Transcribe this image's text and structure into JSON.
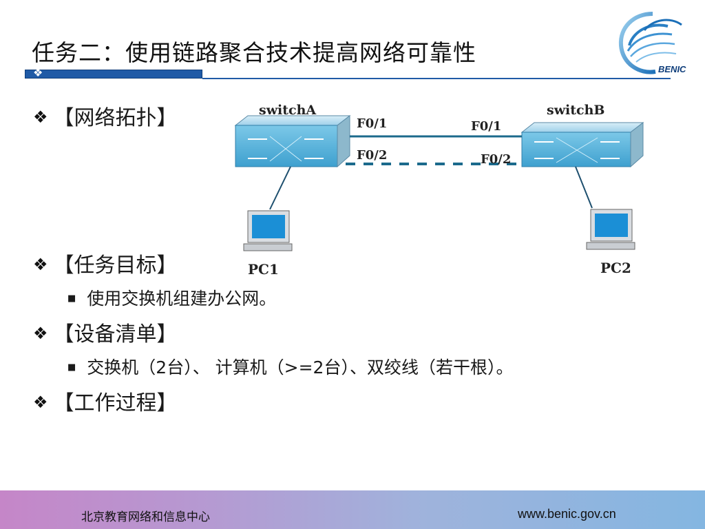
{
  "slide": {
    "title": "任务二：使用链路聚合技术提高网络可靠性",
    "bar_glyph": "❖",
    "logo_text": "BENIC"
  },
  "bullets": [
    {
      "mark": "❖",
      "label": "【网络拓扑】"
    },
    {
      "mark": "❖",
      "label": "【任务目标】"
    },
    {
      "mark": "❖",
      "label": "【设备清单】"
    },
    {
      "mark": "❖",
      "label": "【工作过程】"
    }
  ],
  "subs": [
    {
      "mark": "■",
      "label": "使用交换机组建办公网。"
    },
    {
      "mark": "■",
      "label": "交换机（2台）、 计算机（>=2台）、双绞线（若干根）。"
    }
  ],
  "diagram": {
    "switch_a": "switchA",
    "switch_b": "switchB",
    "port_a1": "F0/1",
    "port_a2": "F0/2",
    "port_b1": "F0/1",
    "port_b2": "F0/2",
    "pc1": "PC1",
    "pc2": "PC2"
  },
  "footer": {
    "left": "北京教育网络和信息中心",
    "right": "www.benic.gov.cn"
  },
  "colors": {
    "accent": "#1f5aa6",
    "switch_body": "#5bb8de",
    "footer_start": "#c586c8",
    "footer_end": "#84b6e1"
  }
}
